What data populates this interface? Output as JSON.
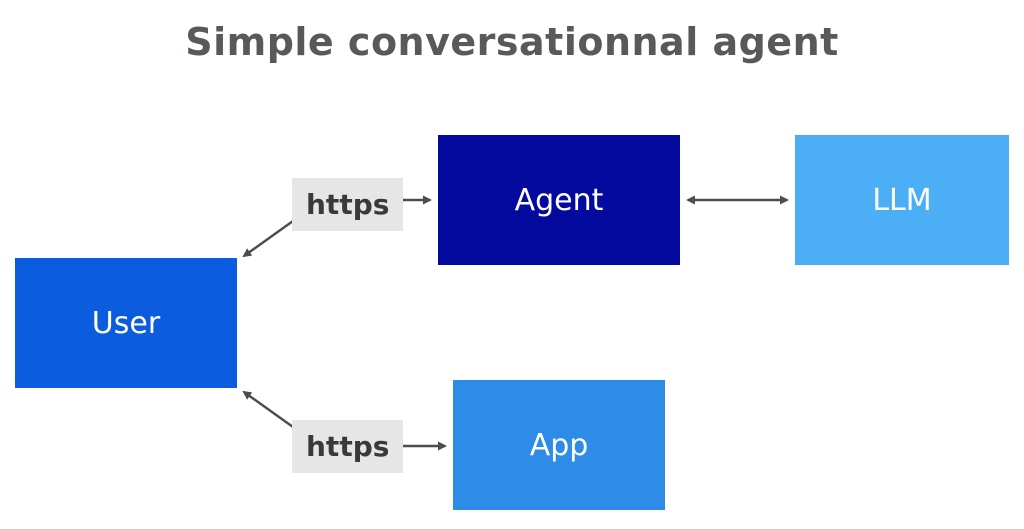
{
  "title": "Simple conversationnal agent",
  "nodes": {
    "user": {
      "label": "User",
      "color": "#0b5cdf"
    },
    "agent": {
      "label": "Agent",
      "color": "#050a9e"
    },
    "llm": {
      "label": "LLM",
      "color": "#4caef5"
    },
    "app": {
      "label": "App",
      "color": "#2f8be8"
    }
  },
  "edges": {
    "user_agent": {
      "label": "https",
      "direction": "bidirectional"
    },
    "agent_llm": {
      "label": "",
      "direction": "bidirectional"
    },
    "user_app": {
      "label": "https",
      "direction": "bidirectional"
    }
  },
  "colors": {
    "background": "#ffffff",
    "title_text": "#58595b",
    "arrow": "#4d4d4d",
    "edge_label_bg": "#e6e6e6",
    "edge_label_text": "#3a3a3a",
    "node_text": "#ffffff"
  }
}
